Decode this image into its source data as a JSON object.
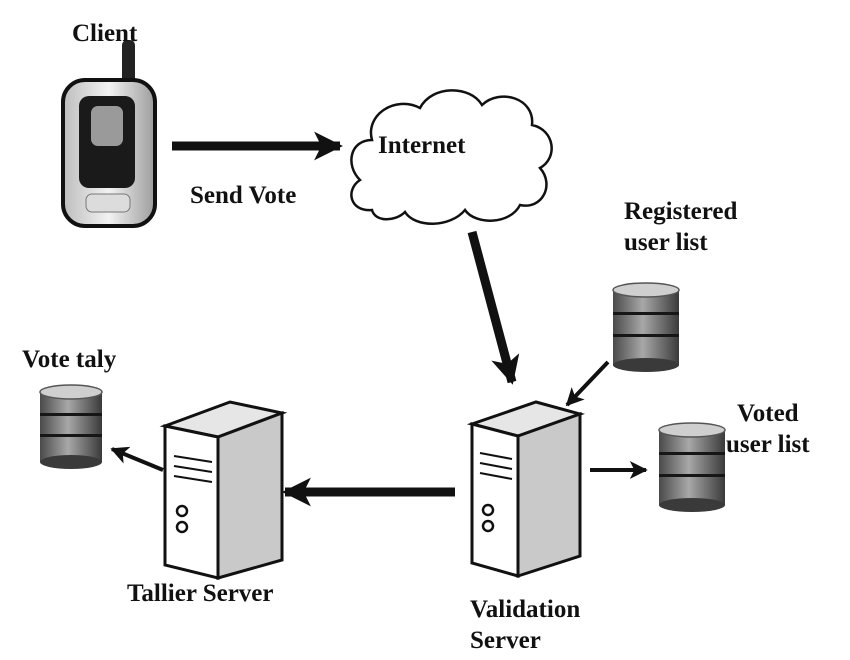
{
  "nodes": {
    "client": {
      "label": "Client",
      "icon": "mobile-phone-icon"
    },
    "internet": {
      "label": "Internet",
      "icon": "cloud-icon"
    },
    "registered_db": {
      "label_line1": "Registered",
      "label_line2": "user list",
      "icon": "database-icon"
    },
    "voted_db": {
      "label_line1": "Voted",
      "label_line2": "user list",
      "icon": "database-icon"
    },
    "vote_tally_db": {
      "label": "Vote taly",
      "icon": "database-icon"
    },
    "validation_server": {
      "label_line1": "Validation",
      "label_line2": "Server",
      "icon": "server-tower-icon"
    },
    "tallier_server": {
      "label": "Tallier Server",
      "icon": "server-tower-icon"
    }
  },
  "edges": {
    "send_vote": {
      "label": "Send Vote"
    }
  },
  "colors": {
    "stroke": "#111111",
    "db_light": "#b5b5b5",
    "db_dark": "#3e3e3e",
    "phone_screen": "#9a9a9a"
  }
}
